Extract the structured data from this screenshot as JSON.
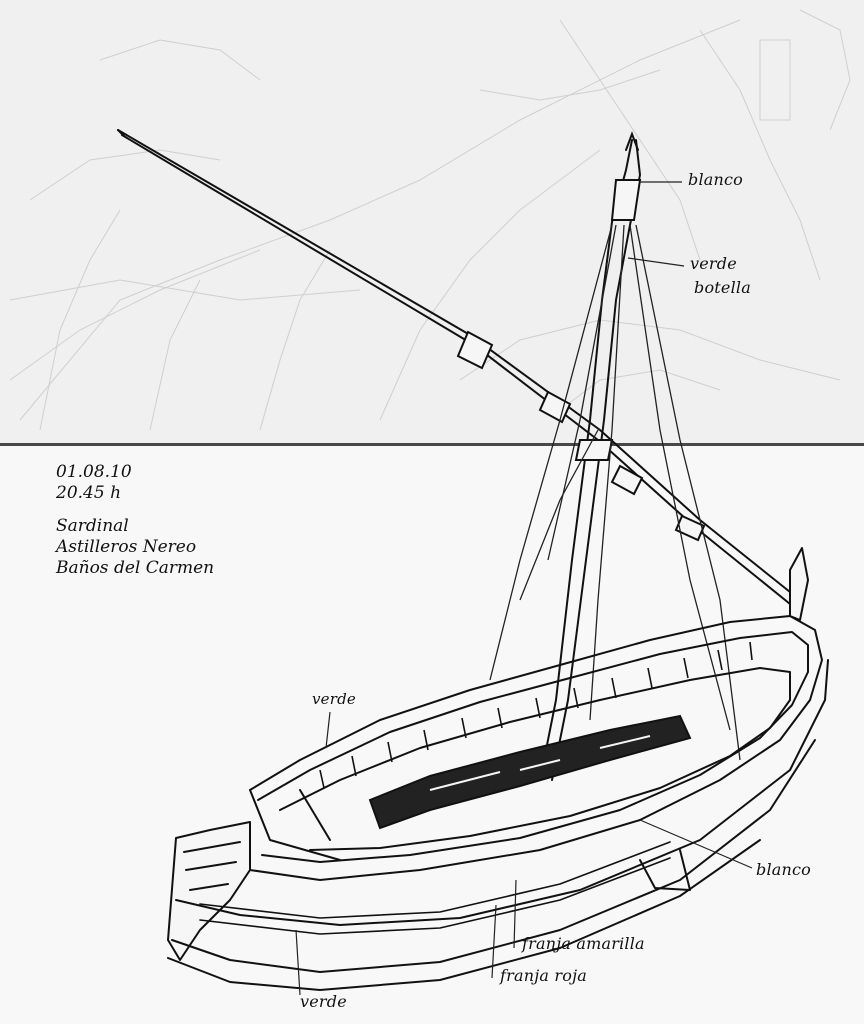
{
  "sketch": {
    "date": "01.08.10",
    "time": "20.45 h",
    "boat_name": "Sardinal",
    "shipyard": "Astilleros Nereo",
    "place": "Baños del Carmen"
  },
  "annotations": {
    "mast_top": "blanco",
    "mast_color_line1": "verde",
    "mast_color_line2": "botella",
    "gunwale": "verde",
    "hull_right": "blanco",
    "stripe_yellow": "franja amarilla",
    "stripe_red": "franja roja",
    "hull_bottom": "verde"
  }
}
